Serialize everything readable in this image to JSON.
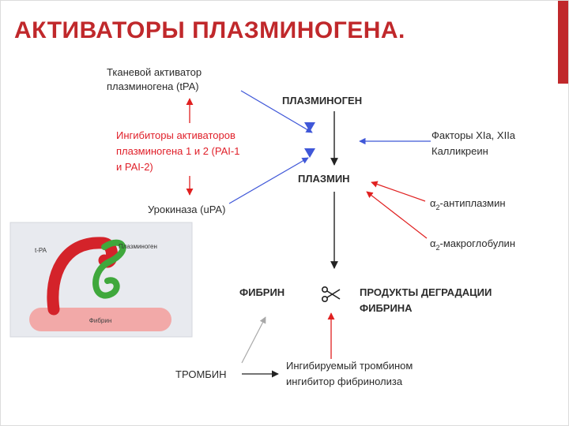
{
  "title": "АКТИВАТОРЫ ПЛАЗМИНОГЕНА.",
  "colors": {
    "title": "#c0282b",
    "accent_bar": "#c0282b",
    "blue_arrow": "#3f57d8",
    "red_arrow": "#e02020",
    "red_text": "#e0202a",
    "black_text": "#2b2b2b",
    "gray_arrow": "#a8a8a8"
  },
  "diagram": {
    "tpa": [
      "Тканевой активатор",
      "плазминогена (tPA)"
    ],
    "plasminogen": "ПЛАЗМИНОГЕН",
    "inhibitors": [
      "Ингибиторы активаторов",
      "плазминогена 1 и 2 (PAI-1",
      "и PAI-2)"
    ],
    "factors": [
      "Факторы XIa, XIIa",
      "Калликреин"
    ],
    "plasmin": "ПЛАЗМИН",
    "urokinase": "Урокиназа (uPA)",
    "antiplasmin": "-антиплазмин",
    "macroglobulin": "-макроглобулин",
    "alpha2_symbol": "α",
    "alpha2_sub": "2",
    "fibrin": "ФИБРИН",
    "degradation": [
      "ПРОДУКТЫ ДЕГРАДАЦИИ",
      "ФИБРИНА"
    ],
    "thrombin": "ТРОМБИН",
    "tafi": [
      "Ингибируемый тромбином",
      "ингибитор фибринолиза"
    ],
    "scissors_icon": "scissors-icon"
  },
  "illustration": {
    "tpa_label": "t-PA",
    "plasminogen_label": "Плазминоген",
    "fibrin_label": "Фибрин"
  }
}
